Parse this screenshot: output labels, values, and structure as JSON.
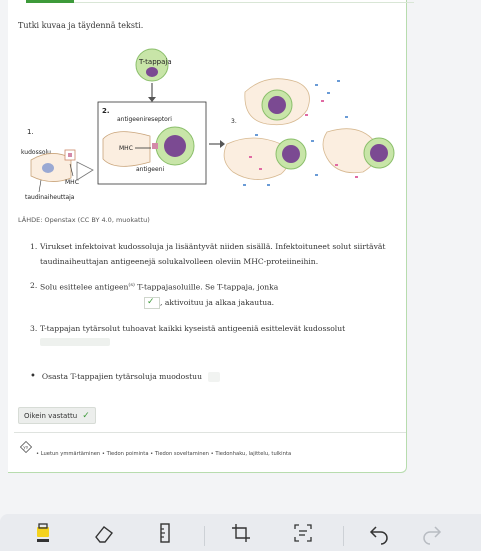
{
  "instruction": "Tutki kuvaa ja täydennä teksti.",
  "figure": {
    "label_t_cell": "T-tappaja",
    "label_step1": "1.",
    "label_step2": "2.",
    "label_step3": "3.",
    "label_receptor": "antigeenireseptori",
    "label_mhc_small": "MHC",
    "label_antigen": "antigeeni",
    "label_host_cell": "kudossolu",
    "label_mhc": "MHC",
    "label_pathogen": "taudinaiheuttaja"
  },
  "source": "LÄHDE: Openstax (CC BY 4.0, muokattu)",
  "items": [
    {
      "num": "1.",
      "text": "Virukset infektoivat kudossoluja ja lisääntyvät niiden sisällä. Infektoituneet solut siirtävät taudinaiheuttajan antigeenejä solukalvolleen oleviin MHC-proteiineihin."
    },
    {
      "num": "2.",
      "text_a": "Solu esittelee antigeen",
      "superscript": "(s)",
      "text_b": " T-tappajasoluille. Se T-tappaja, jonka",
      "text_c": ", aktivoituu ja alkaa jakautua."
    },
    {
      "num": "3.",
      "text": "T-tappajan tytärsolut tuhoavat kaikki kyseistä antigeeniä esittelevät kudossolut"
    }
  ],
  "bullet_text": "Osasta T-tappajien tytärsoluja muodostuu",
  "check_button_label": "Oikein vastattu",
  "skills": "• Luetun ymmärtäminen • Tiedon poiminta • Tiedon soveltaminen • Tiedonhaku, lajittelu, tulkinta",
  "colors": {
    "accent": "#3d9a3a",
    "highlighter": "#f4d21e"
  },
  "toolbar": {
    "tools": [
      "highlighter-icon",
      "eraser-icon",
      "ruler-icon",
      "crop-icon",
      "text-recognition-icon",
      "undo-icon",
      "redo-icon"
    ]
  }
}
